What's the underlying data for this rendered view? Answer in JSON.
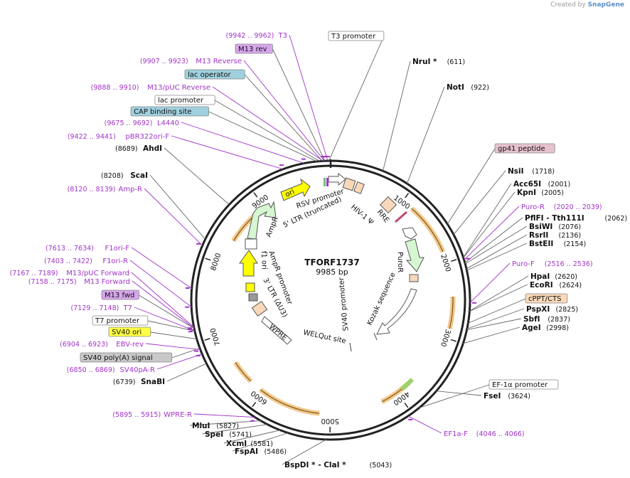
{
  "credit": {
    "prefix": "Created by",
    "brand": "SnapGene"
  },
  "plasmid": {
    "name": "TFORF1737",
    "size_label": "9985 bp",
    "length": 9985
  },
  "ticks": [
    {
      "pos": 1000,
      "label": "1000"
    },
    {
      "pos": 2000,
      "label": "2000"
    },
    {
      "pos": 3000,
      "label": "3000"
    },
    {
      "pos": 4000,
      "label": "4000"
    },
    {
      "pos": 5000,
      "label": "5000"
    },
    {
      "pos": 6000,
      "label": "6000"
    },
    {
      "pos": 7000,
      "label": "7000"
    },
    {
      "pos": 8000,
      "label": "8000"
    },
    {
      "pos": 9000,
      "label": "9000"
    }
  ],
  "restriction_sites": [
    {
      "name": "NruI *",
      "coord": "(611)",
      "pos": 611
    },
    {
      "name": "NotI",
      "coord": "(922)",
      "pos": 922
    },
    {
      "name": "NsiI",
      "coord": "(1718)",
      "pos": 1718
    },
    {
      "name": "Acc65I",
      "coord": "(2001)",
      "pos": 2001
    },
    {
      "name": "KpnI",
      "coord": "(2005)",
      "pos": 2005
    },
    {
      "name": "PflFI - Tth111I",
      "coord": "(2062)",
      "pos": 2062
    },
    {
      "name": "BsiWI",
      "coord": "(2076)",
      "pos": 2076
    },
    {
      "name": "RsrII",
      "coord": "(2136)",
      "pos": 2136
    },
    {
      "name": "BstEII",
      "coord": "(2154)",
      "pos": 2154
    },
    {
      "name": "HpaI",
      "coord": "(2620)",
      "pos": 2620
    },
    {
      "name": "EcoRI",
      "coord": "(2624)",
      "pos": 2624
    },
    {
      "name": "PspXI",
      "coord": "(2825)",
      "pos": 2825
    },
    {
      "name": "SbfI",
      "coord": "(2837)",
      "pos": 2837
    },
    {
      "name": "AgeI",
      "coord": "(2998)",
      "pos": 2998
    },
    {
      "name": "FseI",
      "coord": "(3624)",
      "pos": 3624
    },
    {
      "name": "BspDI * - ClaI *",
      "coord": "(5043)",
      "pos": 5043
    },
    {
      "name": "FspAI",
      "coord": "(5486)",
      "pos": 5486
    },
    {
      "name": "XcmI",
      "coord": "(5581)",
      "pos": 5581
    },
    {
      "name": "SpeI",
      "coord": "(5741)",
      "pos": 5741
    },
    {
      "name": "MluI",
      "coord": "(5827)",
      "pos": 5827
    },
    {
      "name": "SnaBI",
      "coord": "(6739)",
      "pos": 6739
    },
    {
      "name": "ScaI",
      "coord": "(8208)",
      "pos": 8208
    },
    {
      "name": "AhdI",
      "coord": "(8689)",
      "pos": 8689
    }
  ],
  "primers": [
    {
      "name": "T3",
      "coord": "(9942 .. 9962)",
      "pos": 9952
    },
    {
      "name": "M13 Reverse",
      "coord": "(9907 .. 9923)",
      "pos": 9915
    },
    {
      "name": "M13/pUC Reverse",
      "coord": "(9888 .. 9910)",
      "pos": 9899
    },
    {
      "name": "L4440",
      "coord": "(9675 .. 9692)",
      "pos": 9683
    },
    {
      "name": "pBR322ori-F",
      "coord": "(9422 .. 9441)",
      "pos": 9431
    },
    {
      "name": "Amp-R",
      "coord": "(8120 .. 8139)",
      "pos": 8129
    },
    {
      "name": "F1ori-F",
      "coord": "(7613 .. 7634)",
      "pos": 7623
    },
    {
      "name": "F1ori-R",
      "coord": "(7403 .. 7422)",
      "pos": 7412
    },
    {
      "name": "M13/pUC Forward",
      "coord": "(7167 .. 7189)",
      "pos": 7178
    },
    {
      "name": "M13 Forward",
      "coord": "(7158 .. 7175)",
      "pos": 7166
    },
    {
      "name": "T7",
      "coord": "(7129 .. 7148)",
      "pos": 7138
    },
    {
      "name": "EBV-rev",
      "coord": "(6904 .. 6923)",
      "pos": 6913
    },
    {
      "name": "SV40pA-R",
      "coord": "(6850 .. 6869)",
      "pos": 6859
    },
    {
      "name": "WPRE-R",
      "coord": "(5895 .. 5915)",
      "pos": 5905
    },
    {
      "name": "Puro-R",
      "coord": "(2020 .. 2039)",
      "pos": 2030
    },
    {
      "name": "Puro-F",
      "coord": "(2516 .. 2536)",
      "pos": 2526
    },
    {
      "name": "EF1a-F",
      "coord": "(4046 .. 4066)",
      "pos": 4056
    }
  ],
  "feature_labels": [
    {
      "name": "T3 promoter",
      "fill": "#ffffff",
      "pos": 9965
    },
    {
      "name": "M13 rev",
      "fill": "#d7a6ec",
      "pos": 9918
    },
    {
      "name": "lac operator",
      "fill": "#9fd0de",
      "pos": 9890
    },
    {
      "name": "lac promoter",
      "fill": "#ffffff",
      "pos": 9860
    },
    {
      "name": "CAP binding site",
      "fill": "#9fd0de",
      "pos": 9830
    },
    {
      "name": "gp41 peptide",
      "fill": "#e6c2ce",
      "pos": 1580
    },
    {
      "name": "cPPT/CTS",
      "fill": "#f9d8b9",
      "pos": 2760
    },
    {
      "name": "EF-1α promoter",
      "fill": "#ffffff",
      "pos": 3900
    },
    {
      "name": "M13 fwd",
      "fill": "#d7a6ec",
      "pos": 7165
    },
    {
      "name": "T7 promoter",
      "fill": "#ffffff",
      "pos": 7135
    },
    {
      "name": "SV40 ori",
      "fill": "#ffff44",
      "pos": 7040
    },
    {
      "name": "SV40 poly(A) signal",
      "fill": "#c8c8c8",
      "pos": 6930
    }
  ],
  "inner_labels": [
    {
      "text": "RSV promoter"
    },
    {
      "text": "5' LTR (truncated)"
    },
    {
      "text": "HIV-1 Ψ"
    },
    {
      "text": "RRE"
    },
    {
      "text": "AmpR"
    },
    {
      "text": "ori"
    },
    {
      "text": "f1 ori"
    },
    {
      "text": "AmpR promoter"
    },
    {
      "text": "3' LTR (ΔU3)"
    },
    {
      "text": "WPRE"
    },
    {
      "text": "WELQut site"
    },
    {
      "text": "PuroR"
    },
    {
      "text": "SV40 promoter"
    },
    {
      "text": "Kozak sequence"
    }
  ],
  "colors": {
    "restriction": "#111111",
    "primer": "#a133c9",
    "orf_arrow": "#f4c88a",
    "orf_arrow_edge": "#e9a94c",
    "puro": "#d5f6d0",
    "ori": "#ffff00"
  }
}
